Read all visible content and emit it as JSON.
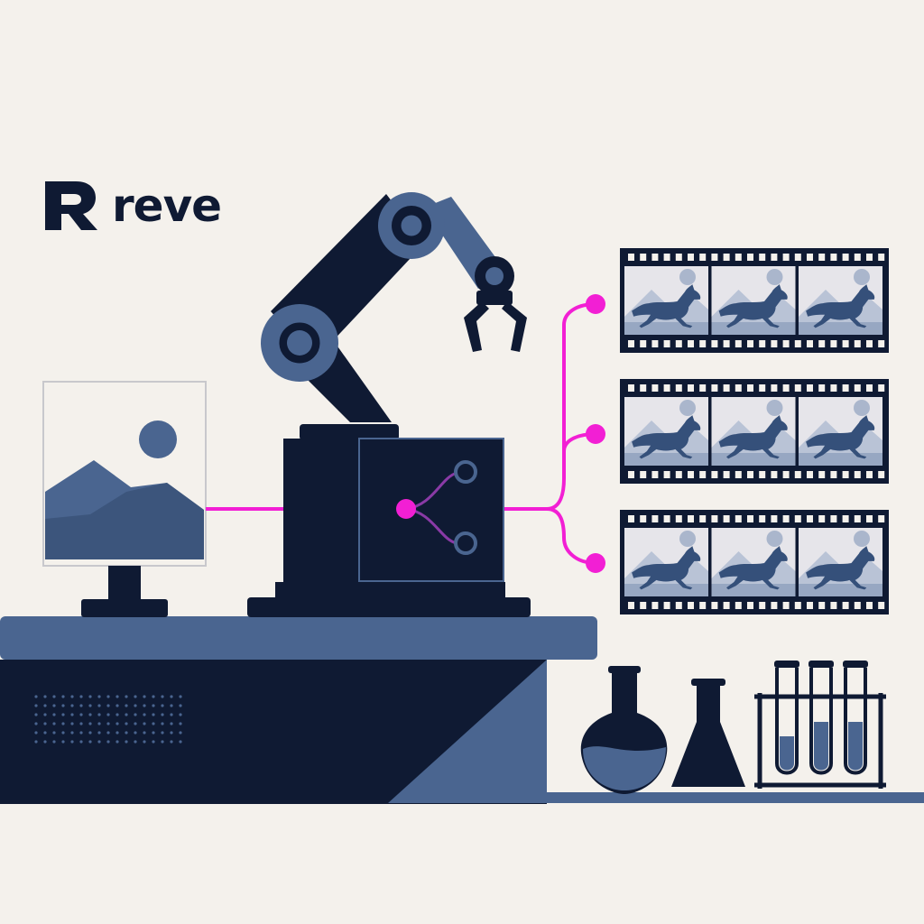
{
  "brand": {
    "name": "reve",
    "logo_mark": "stylized-R-logo"
  },
  "colors": {
    "background": "#f4f1ec",
    "navy": "#0f1a33",
    "slate": "#4a6590",
    "slate_light": "#8fa3c0",
    "magenta": "#f21fd4",
    "frame_bg": "#e8e6ea"
  },
  "filmstrips": {
    "count": 3,
    "frames_per_strip": 3,
    "frame_subject": "galloping-horse"
  },
  "icons": [
    "robot-arm-icon",
    "image-monitor-icon",
    "branching-node-icon",
    "film-strip-icon",
    "round-flask-icon",
    "erlenmeyer-flask-icon",
    "test-tube-rack-icon"
  ]
}
